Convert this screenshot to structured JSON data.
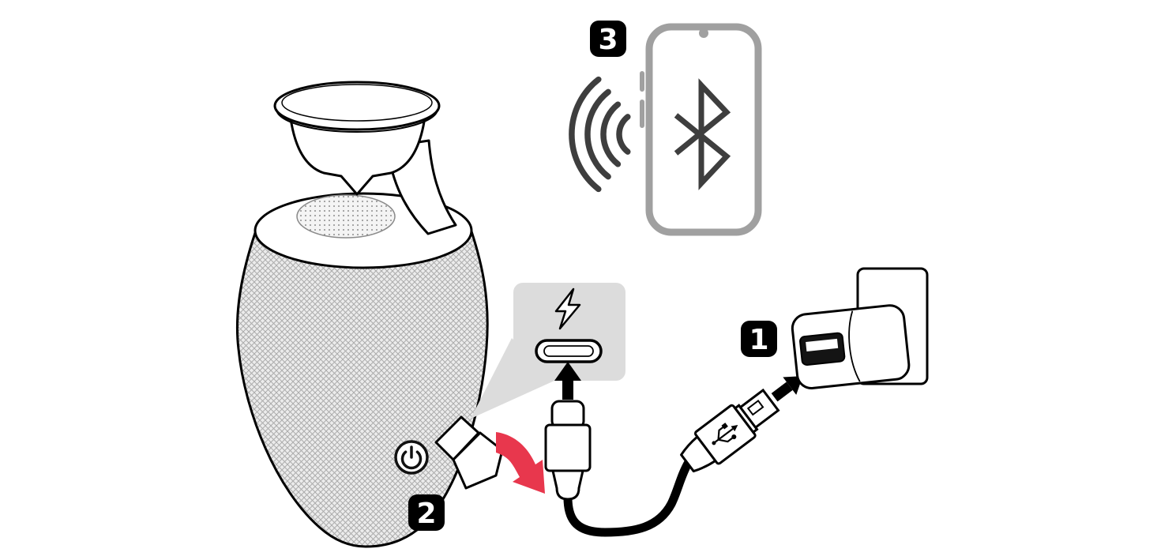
{
  "diagram": {
    "description": "Portable speaker charging and Bluetooth pairing instruction diagram"
  },
  "steps": [
    {
      "label": "1"
    },
    {
      "label": "2"
    },
    {
      "label": "3"
    }
  ],
  "colors": {
    "accent_red": "#E8374D",
    "callout_gray": "#DCDCDC",
    "badge_black": "#000000",
    "badge_text_white": "#FFFFFF",
    "phone_gray": "#A0A0A0",
    "symbol_dark_gray": "#3E3E3E",
    "line_black": "#000000"
  },
  "icons": {
    "power": "power-icon",
    "charging_bolt": "charging-bolt-icon",
    "usb_c_port": "usb-c-port-icon",
    "usb_c_plug": "usb-c-plug-icon",
    "usb_a_plug": "usb-a-plug-icon",
    "usb_trident": "usb-trident-icon",
    "power_adapter": "power-adapter-icon",
    "wall_outlet": "wall-outlet-plate-icon",
    "bluetooth": "bluetooth-icon",
    "wireless_waves": "wireless-waves-icon",
    "smartphone": "smartphone-icon",
    "speaker": "portable-speaker-icon"
  }
}
